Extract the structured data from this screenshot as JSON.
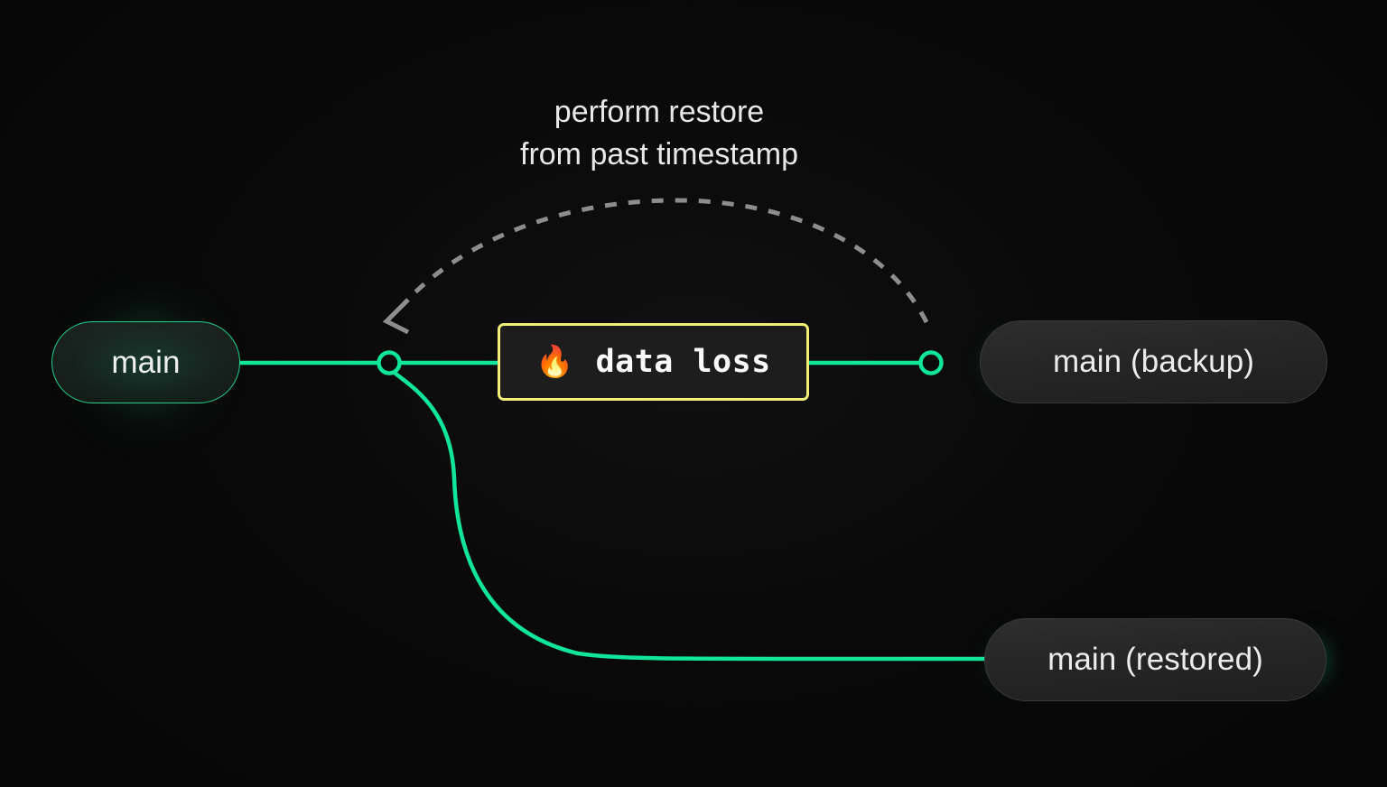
{
  "diagram": {
    "title": "perform restore from past timestamp",
    "background_color": "#0a0a0a",
    "accent_color": "#10e599",
    "warning_color": "#f2ee76",
    "caption": {
      "line1": "perform restore",
      "line2": "from past timestamp"
    },
    "nodes": [
      {
        "id": "main",
        "label": "main",
        "style": "green-outline-pill",
        "color": "#23d18b"
      },
      {
        "id": "main-backup",
        "label": "main (backup)",
        "style": "gray-pill",
        "color": "#3a3a3a"
      },
      {
        "id": "main-restored",
        "label": "main (restored)",
        "style": "gray-pill",
        "color": "#3a3a3a"
      }
    ],
    "event": {
      "icon": "fire-emoji",
      "glyph": "🔥",
      "label": "data loss",
      "border_color": "#f2ee76",
      "fill_color": "#1d1d1d"
    },
    "connectors": [
      {
        "id": "main-to-junction",
        "from": "main",
        "to": "branch-junction",
        "style": "solid",
        "color": "#10e599"
      },
      {
        "id": "junction-to-dataloss",
        "from": "branch-junction",
        "to": "data-loss",
        "style": "solid",
        "color": "#10e599"
      },
      {
        "id": "dataloss-to-backup",
        "from": "data-loss",
        "to": "main-backup",
        "style": "solid",
        "color": "#10e599"
      },
      {
        "id": "junction-to-restored",
        "from": "branch-junction",
        "to": "main-restored",
        "style": "solid-curve",
        "color": "#10e599"
      },
      {
        "id": "restore-arc",
        "from": "main-backup",
        "to": "branch-junction",
        "style": "dashed-arc-with-arrowhead",
        "color": "#8a8a8a",
        "label": "perform restore from past timestamp"
      }
    ],
    "markers": [
      {
        "id": "branch-junction",
        "shape": "hollow-circle",
        "color": "#10e599"
      },
      {
        "id": "backup-terminal",
        "shape": "hollow-circle",
        "color": "#10e599"
      }
    ]
  }
}
